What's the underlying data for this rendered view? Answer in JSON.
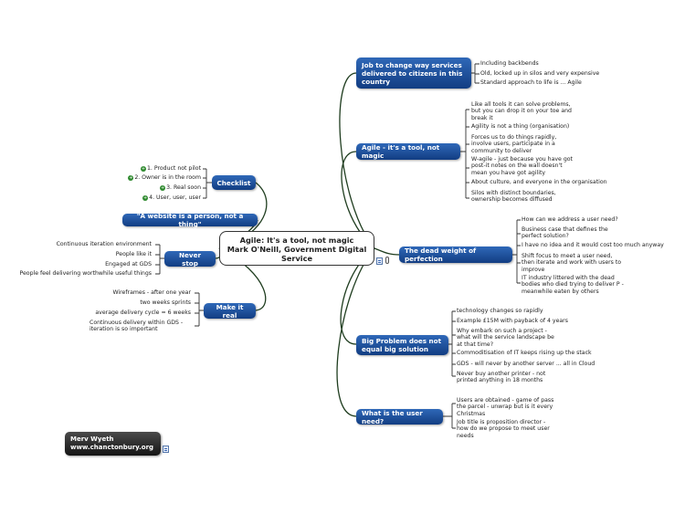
{
  "central": {
    "line1": "Agile: It's a tool, not magic",
    "line2": "Mark O'Neill, Government Digital",
    "line3": "Service"
  },
  "author": {
    "line1": "Merv Wyeth",
    "line2": "www.chanctonbury.org"
  },
  "icons": {
    "note": "note-icon",
    "attachment": "paperclip-icon",
    "checkbox": "checkbox-icon"
  },
  "colors": {
    "branch": "#1f4f9c",
    "connector": "#1f3d1f",
    "check": "#2f8a2f",
    "author_box": "#2a2a2a"
  },
  "branches": {
    "job": {
      "label": "Job to change way services delivered to citizens in this country",
      "leaves": [
        "Including backbends",
        "Old, locked up in silos and very expensive",
        "Standard approach to life is ... Agile"
      ]
    },
    "agile": {
      "label": "Agile - it's a tool, not magic",
      "leaves": [
        "Like all tools it can solve problems,\nbut you can drop it on your toe and\nbreak it",
        "Agility is not a thing (organisation)",
        "Forces us to do things rapidly,\ninvolve users, participate in a\ncommunity to deliver",
        "W-agile - just because you have got\npost-it notes on the wall doesn't\nmean you have got agility",
        "About culture, and everyone in the organisation",
        "Silos with distinct boundaries,\nownership becomes diffused"
      ]
    },
    "dead": {
      "label": "The dead weight of perfection",
      "leaves": [
        "How can we address a user need?",
        "Business case that defines the\nperfect solution?",
        "I have no idea and it would cost too much anyway",
        "Shift focus to meet a user need,\nthen iterate and work with users to\nimprove",
        "IT industry littered with the dead\nbodies who died trying to deliver P -\nmeanwhile eaten by others"
      ]
    },
    "big": {
      "label": "Big Problem does not equal big solution",
      "leaves": [
        "technology changes so rapidly",
        "Example £15M with payback of 4 years",
        "Why embark on such a project -\nwhat will the service landscape be\nat that time?",
        "Commoditisation of IT keeps rising up the stack",
        "GDS - will never by another server ... all in Cloud",
        "Never buy another printer - not\nprinted anything in 18 months"
      ]
    },
    "user": {
      "label": "What is the user need?",
      "leaves": [
        "Users are obtained - game of pass\nthe parcel - unwrap but is it every\nChristmas",
        "Job title is proposition director -\nhow do we propose to meet user\nneeds"
      ]
    },
    "checklist": {
      "label": "Checklist",
      "leaves": [
        "1. Product not pilot",
        "2. Owner is in the room",
        "3. Real soon",
        "4. User, user, user"
      ]
    },
    "website": {
      "label": "\"A website is a person, not a thing\""
    },
    "never": {
      "label": "Never stop",
      "leaves": [
        "Continuous iteration environment",
        "People like it",
        "Engaged at GDS",
        "People feel delivering worthwhile useful things"
      ]
    },
    "make": {
      "label": "Make it real",
      "leaves": [
        "Wireframes - after one year",
        "two weeks sprints",
        "average delivery cycle = 6 weeks",
        "Continuous delivery within GDS -\niteration is so important"
      ]
    }
  }
}
